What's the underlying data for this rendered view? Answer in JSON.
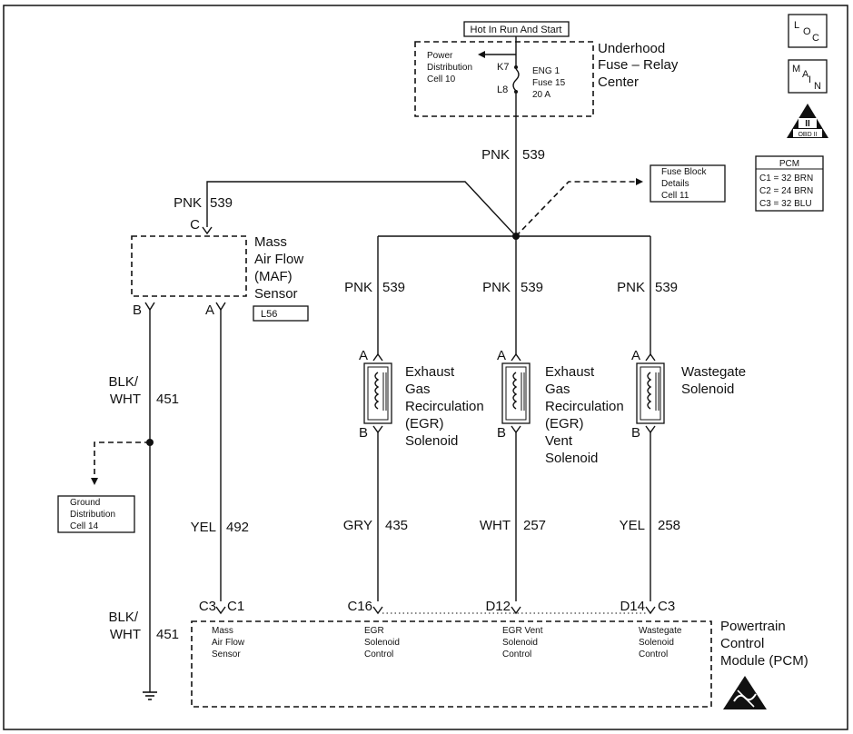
{
  "top_box": "Hot In Run And Start",
  "icons": {
    "loc": "LOC",
    "main": "MAIN",
    "obd": "OBD II",
    "esd": "esd-warning-icon"
  },
  "fuse_center": {
    "line1": "Underhood",
    "line2": "Fuse – Relay",
    "line3": "Center",
    "power_dist": [
      "Power",
      "Distribution",
      "Cell 10"
    ],
    "pins": [
      "K7",
      "L8"
    ],
    "fuse": [
      "ENG 1",
      "Fuse 15",
      "20 A"
    ]
  },
  "pcm_table": {
    "title": "PCM",
    "rows": [
      "C1 = 32 BRN",
      "C2 = 24 BRN",
      "C3 = 32 BLU"
    ]
  },
  "fuse_block_ref": [
    "Fuse Block",
    "Details",
    "Cell 11"
  ],
  "wires": {
    "main": [
      "PNK",
      "539"
    ],
    "maf_feed": [
      "PNK",
      "539"
    ],
    "branch1": [
      "PNK",
      "539"
    ],
    "branch2": [
      "PNK",
      "539"
    ],
    "branch3": [
      "PNK",
      "539"
    ],
    "ground1": [
      "BLK/",
      "WHT",
      "451"
    ],
    "ground2": [
      "BLK/",
      "WHT",
      "451"
    ],
    "yel492": [
      "YEL",
      "492"
    ],
    "gry435": [
      "GRY",
      "435"
    ],
    "wht257": [
      "WHT",
      "257"
    ],
    "yel258": [
      "YEL",
      "258"
    ]
  },
  "maf": {
    "lines": [
      "Mass",
      "Air Flow",
      "(MAF)",
      "Sensor"
    ],
    "option": "L56",
    "pin_c": "C",
    "pin_b": "B",
    "pin_a": "A"
  },
  "ground_ref": [
    "Ground",
    "Distribution",
    "Cell 14"
  ],
  "solenoids": [
    {
      "lines": [
        "Exhaust",
        "Gas",
        "Recirculation",
        "(EGR)",
        "Solenoid"
      ],
      "pin_a": "A",
      "pin_b": "B"
    },
    {
      "lines": [
        "Exhaust",
        "Gas",
        "Recirculation",
        "(EGR)",
        "Vent",
        "Solenoid"
      ],
      "pin_a": "A",
      "pin_b": "B"
    },
    {
      "lines": [
        "Wastegate",
        "Solenoid"
      ],
      "pin_a": "A",
      "pin_b": "B"
    }
  ],
  "pcm_pins": {
    "c3a": "C3",
    "c1": "C1",
    "c16": "C16",
    "d12": "D12",
    "d14": "D14",
    "c3b": "C3"
  },
  "pcm_ports": [
    [
      "Mass",
      "Air Flow",
      "Sensor"
    ],
    [
      "EGR",
      "Solenoid",
      "Control"
    ],
    [
      "EGR Vent",
      "Solenoid",
      "Control"
    ],
    [
      "Wastegate",
      "Solenoid",
      "Control"
    ]
  ],
  "pcm": {
    "lines": [
      "Powertrain",
      "Control",
      "Module (PCM)"
    ]
  }
}
